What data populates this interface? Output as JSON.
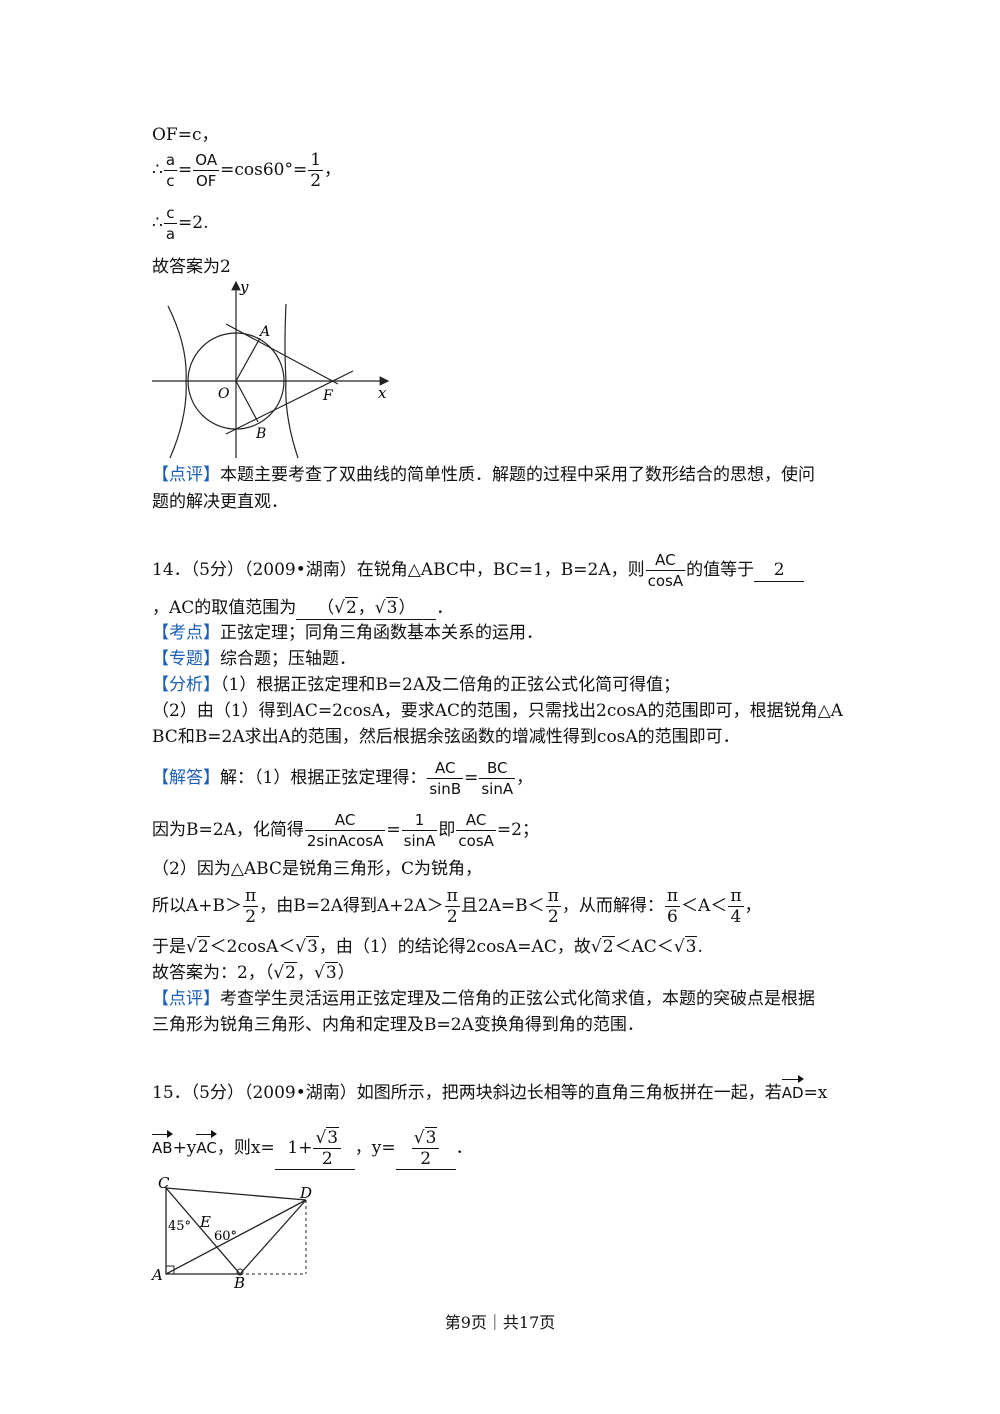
{
  "top": {
    "line1": "OF=c，",
    "therefore": "∴",
    "frac_a_num": "a",
    "frac_a_den": "c",
    "eq1": "=",
    "frac_oa_num": "OA",
    "frac_oa_den": "OF",
    "eq2": "=cos60°=",
    "frac_half_num": "1",
    "frac_half_den": "2",
    "comma": "，",
    "frac_ca_num": "c",
    "frac_ca_den": "a",
    "eq3": "=2.",
    "answer": "故答案为2"
  },
  "fig1": {
    "y": "y",
    "x": "x",
    "A": "A",
    "O": "O",
    "F": "F",
    "B": "B"
  },
  "review13": {
    "tag": "【点评】",
    "text1": "本题主要考查了双曲线的简单性质．解题的过程中采用了数形结合的思想，使问",
    "text2": "题的解决更直观．"
  },
  "q14": {
    "stem_a": "14．（5分）（2009•湖南）在锐角△ABC中，BC=1，B=2A，则",
    "frac_num": "AC",
    "frac_den": "cosA",
    "stem_b": "的值等于",
    "ans1": "2",
    "line2_a": "，AC的取值范围为",
    "ans2_open": "（",
    "sqrt2": "2",
    "ans2_mid": "，",
    "sqrt3": "3",
    "ans2_close": "）",
    "line2_end": "．",
    "kaodian_tag": "【考点】",
    "kaodian": "正弦定理；同角三角函数基本关系的运用．",
    "zhuanti_tag": "【专题】",
    "zhuanti": "综合题；压轴题．",
    "fenxi_tag": "【分析】",
    "fenxi1": "（1）根据正弦定理和B=2A及二倍角的正弦公式化简可得值；",
    "fenxi2": "（2）由（1）得到AC=2cosA，要求AC的范围，只需找出2cosA的范围即可，根据锐角△A",
    "fenxi3": "BC和B=2A求出A的范围，然后根据余弦函数的增减性得到cosA的范围即可．",
    "jieda_tag": "【解答】",
    "jieda1": "解：（1）根据正弦定理得：",
    "f1n": "AC",
    "f1d": "sinB",
    "f1eq": "=",
    "f2n": "BC",
    "f2d": "sinA",
    "f1end": "，",
    "jieda2": "因为B=2A，化简得",
    "f3n": "AC",
    "f3d": "2sinAcosA",
    "f3eq": "=",
    "f4n": "1",
    "f4d": "sinA",
    "ji": "即",
    "f5n": "AC",
    "f5d": "cosA",
    "f5end": "=2；",
    "jieda3": "（2）因为△ABC是锐角三角形，C为锐角，",
    "l4a": "所以A+B＞",
    "pi": "π",
    "two": "2",
    "l4b": "，由B=2A得到A+2A＞",
    "l4c": "且2A=B＜",
    "l4d": "，从而解得：",
    "six": "6",
    "lt": "＜A＜",
    "four": "4",
    "l4e": "，",
    "l5a": "于是",
    "l5b": "＜2cosA＜",
    "l5c": "，由（1）的结论得2cosA=AC，故",
    "l5d": "＜AC＜",
    "l5e": ".",
    "l6a": "故答案为：2，（",
    "l6b": "，",
    "l6c": "）",
    "dianping_tag": "【点评】",
    "dianping1": "考查学生灵活运用正弦定理及二倍角的正弦公式化简求值，本题的突破点是根据",
    "dianping2": "三角形为锐角三角形、内角和定理及B=2A变换角得到角的范围．"
  },
  "q15": {
    "stem_a": "15．（5分）（2009•湖南）如图所示，把两块斜边长相等的直角三角板拼在一起，若",
    "vec_ad": "AD",
    "eqx": "=x",
    "vec_ab": "AB",
    "plus_y": "+y",
    "vec_ac": "AC",
    "xeq": "，则x=",
    "x_ans_a": "1+",
    "x_ans_rad": "3",
    "x_ans_den": "2",
    "yeq": "，y=",
    "y_ans_rad": "3",
    "y_ans_den": "2",
    "end": "．"
  },
  "fig2": {
    "C": "C",
    "D": "D",
    "E": "E",
    "A": "A",
    "B": "B",
    "ang45": "45°",
    "ang60": "60°"
  },
  "footer": "第9页｜共17页"
}
